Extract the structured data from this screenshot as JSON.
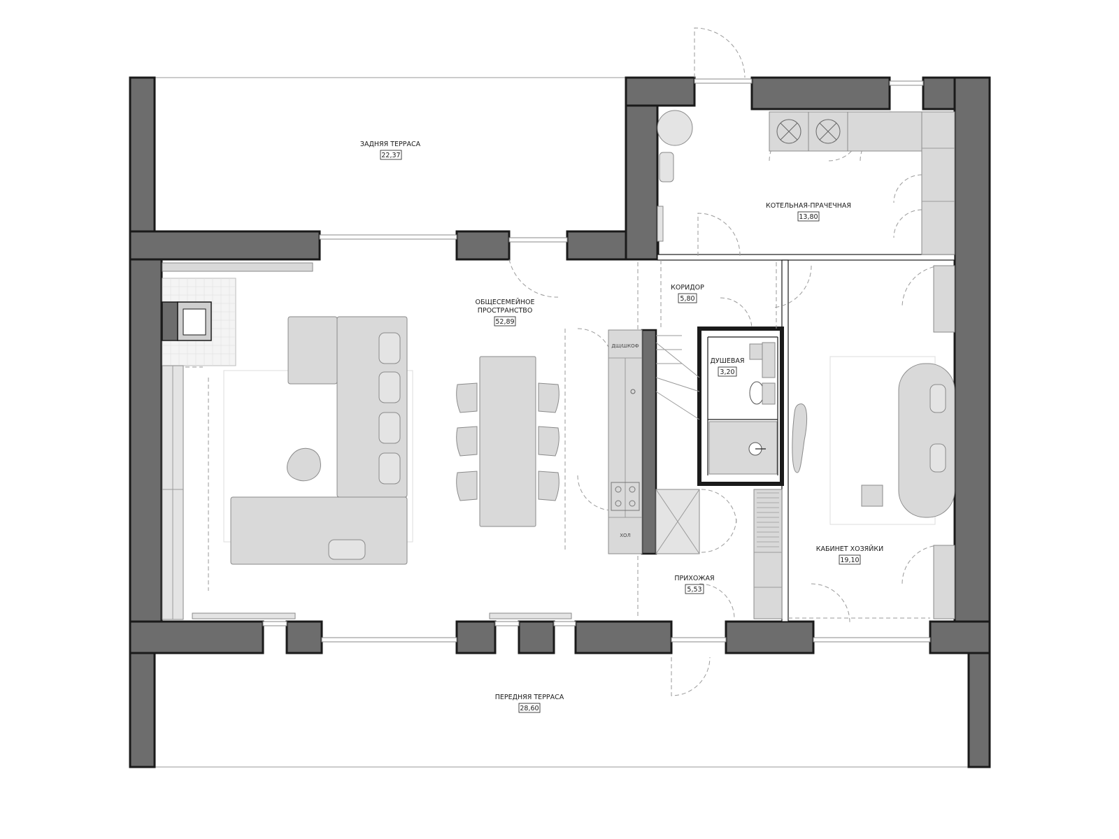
{
  "rooms": [
    {
      "id": "rear-terrace",
      "name": "ЗАДНЯЯ ТЕРРАСА",
      "area": "22,37"
    },
    {
      "id": "boiler-laundry",
      "name": "КОТЕЛЬНАЯ-ПРАЧЕЧНАЯ",
      "area": "13,80"
    },
    {
      "id": "family-space",
      "name": "ОБЩЕСЕМЕЙНОЕ",
      "name2": "ПРОСТРАНСТВО",
      "area": "52,89"
    },
    {
      "id": "corridor",
      "name": "КОРИДОР",
      "area": "5,80"
    },
    {
      "id": "shower",
      "name": "ДУШЕВАЯ",
      "area": "3,20"
    },
    {
      "id": "hallway",
      "name": "ПРИХОЖАЯ",
      "area": "5,53"
    },
    {
      "id": "hostess-office",
      "name": "КАБИНЕТ ХОЗЯЙКИ",
      "area": "19,10"
    },
    {
      "id": "front-terrace",
      "name": "ПЕРЕДНЯЯ ТЕРРАСА",
      "area": "28,60"
    }
  ],
  "appliance_labels": {
    "dishwasher": "ДШ/ШКОФ",
    "fridge": "ХОЛ"
  },
  "colors": {
    "wall_fill": "#6d6d6d",
    "furniture_fill": "#d9d9d9",
    "line": "#1a1a1a"
  }
}
